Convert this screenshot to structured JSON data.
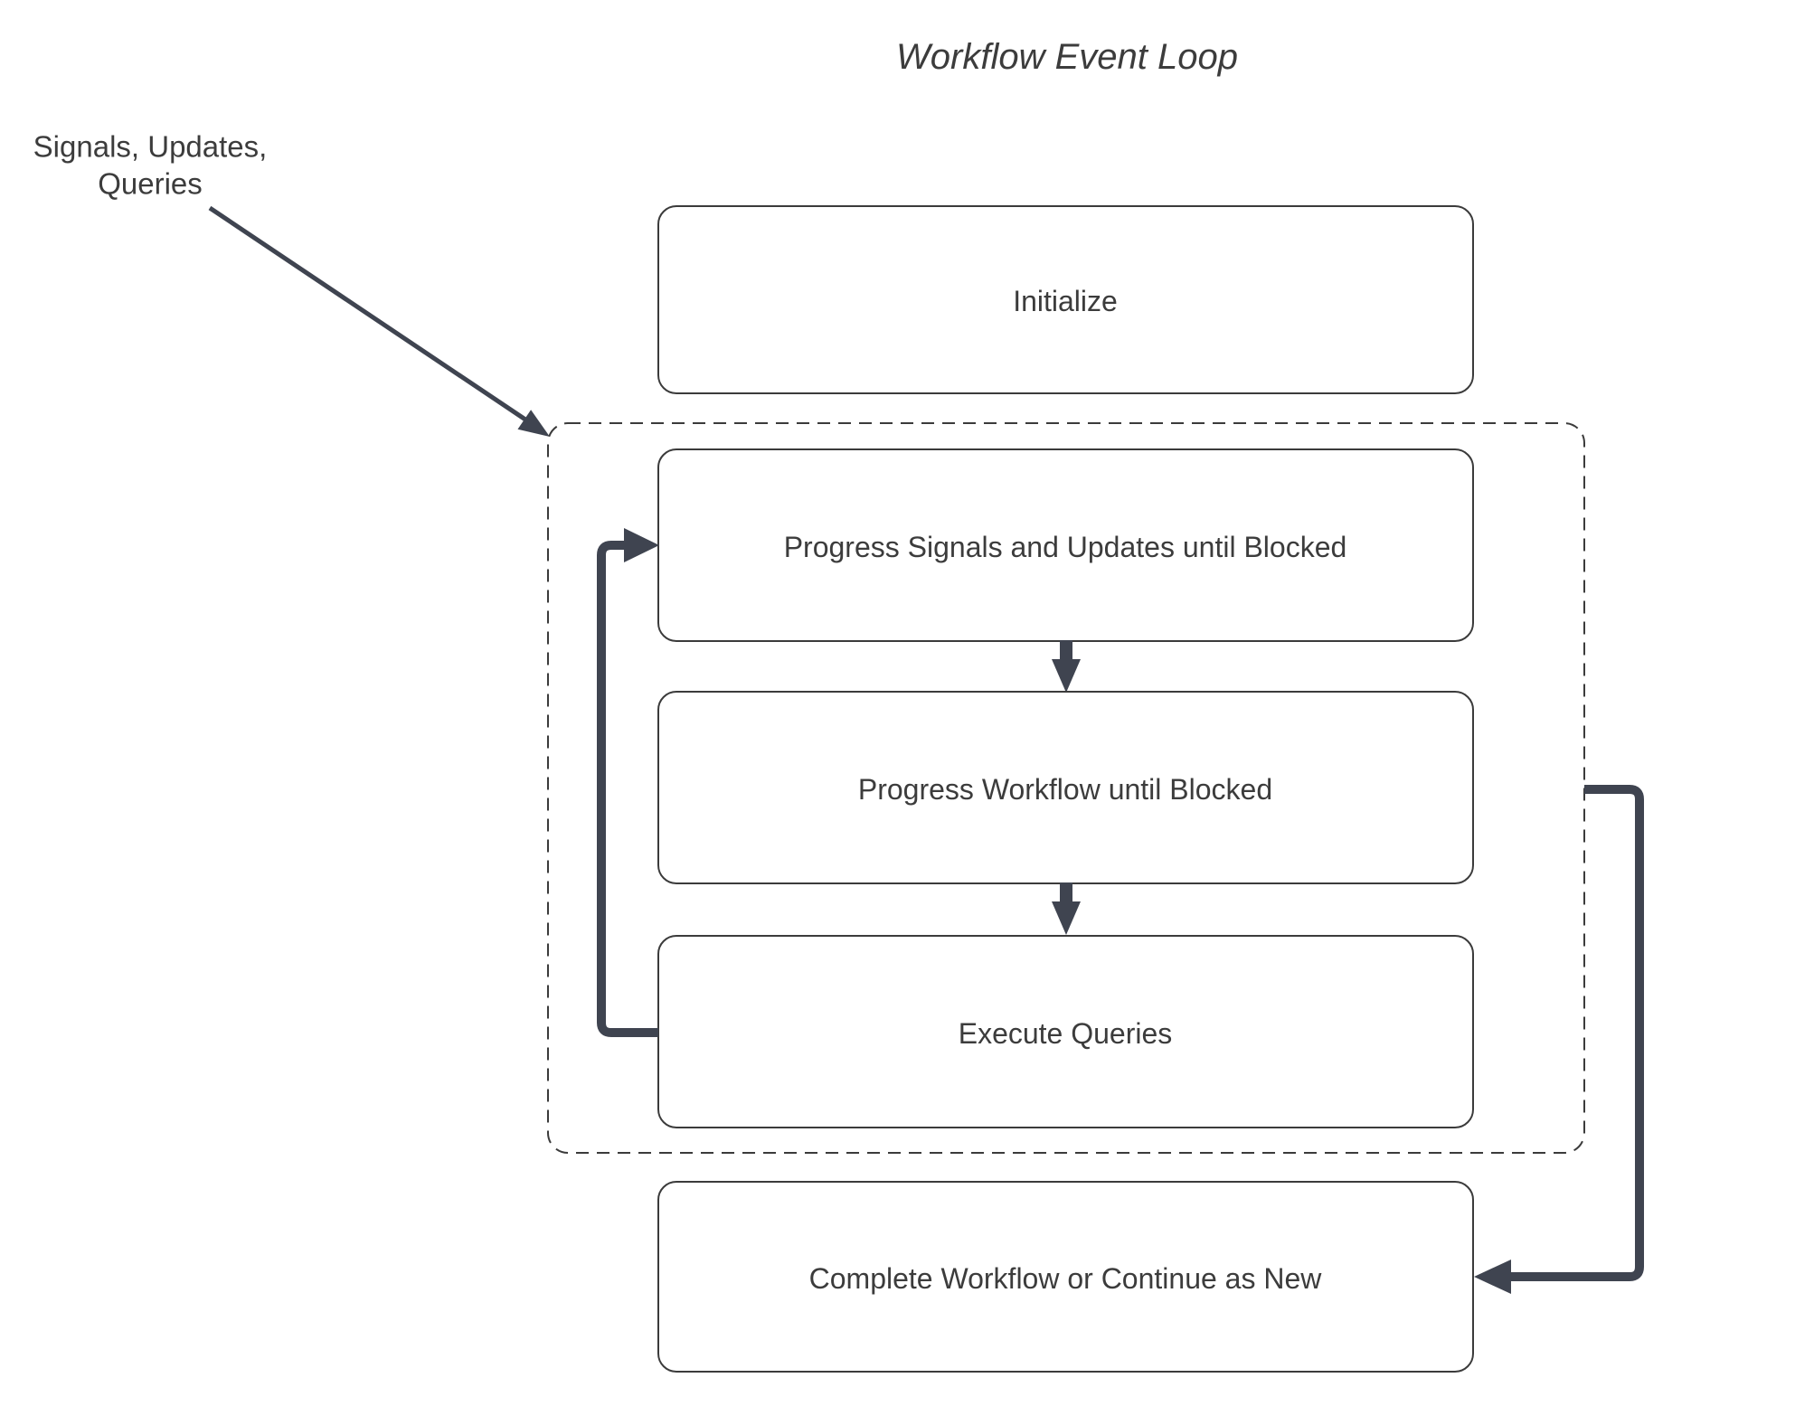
{
  "title": "Workflow Event Loop",
  "external_input": {
    "line1": "Signals, Updates,",
    "line2": "Queries"
  },
  "nodes": {
    "initialize": "Initialize",
    "progress_signals": "Progress Signals and Updates until Blocked",
    "progress_workflow": "Progress Workflow until Blocked",
    "execute_queries": "Execute Queries",
    "complete_workflow": "Complete Workflow or Continue as New"
  },
  "colors": {
    "background": "#ffffff",
    "box_border": "#3b3b3b",
    "text": "#3c3c3c",
    "arrow": "#3f4450"
  }
}
